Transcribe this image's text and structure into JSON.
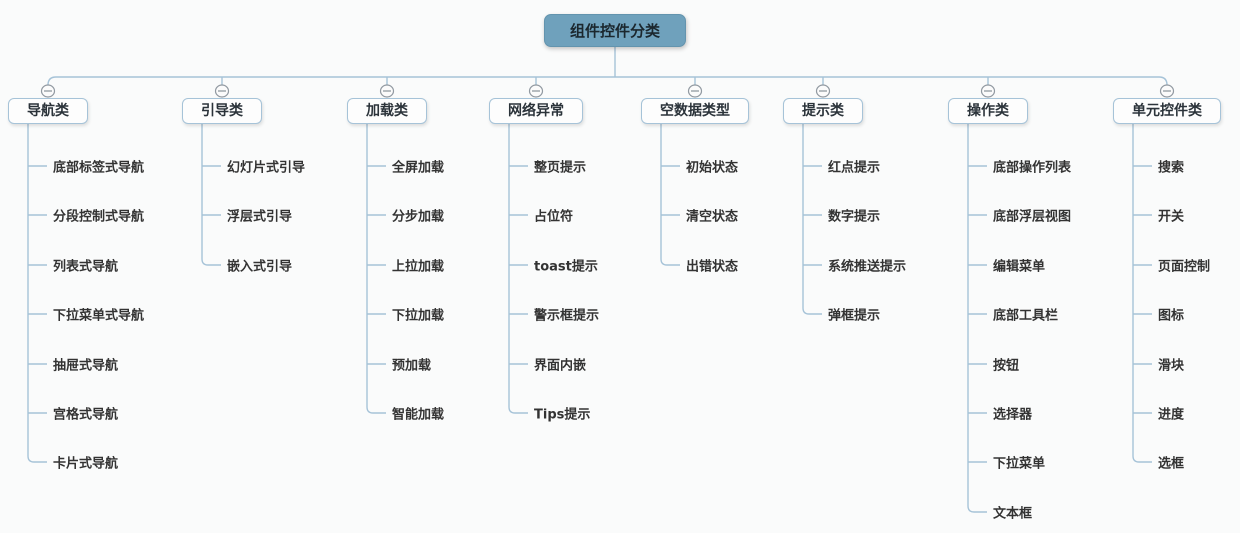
{
  "root": {
    "label": "组件控件分类"
  },
  "collapse_icon": "minus-circle-icon",
  "colors": {
    "canvas_bg": "#fafbfb",
    "root_bg": "#6fa1bc",
    "root_border": "#6394ae",
    "root_text": "#1b272e",
    "node_bg": "#fdfdfd",
    "node_border": "#a6c3d8",
    "line": "#a6c3d8",
    "collapse_icon_stroke": "#9199a1",
    "collapse_icon_fill": "#fbfbfb",
    "leaf_text": "#333333"
  },
  "branches": [
    {
      "label": "导航类",
      "children": [
        "底部标签式导航",
        "分段控制式导航",
        "列表式导航",
        "下拉菜单式导航",
        "抽屉式导航",
        "宫格式导航",
        "卡片式导航"
      ]
    },
    {
      "label": "引导类",
      "children": [
        "幻灯片式引导",
        "浮层式引导",
        "嵌入式引导"
      ]
    },
    {
      "label": "加载类",
      "children": [
        "全屏加载",
        "分步加载",
        "上拉加载",
        "下拉加载",
        "预加载",
        "智能加载"
      ]
    },
    {
      "label": "网络异常",
      "children": [
        "整页提示",
        "占位符",
        "toast提示",
        "警示框提示",
        "界面内嵌",
        "Tips提示"
      ]
    },
    {
      "label": "空数据类型",
      "children": [
        "初始状态",
        "清空状态",
        "出错状态"
      ]
    },
    {
      "label": "提示类",
      "children": [
        "红点提示",
        "数字提示",
        "系统推送提示",
        "弹框提示"
      ]
    },
    {
      "label": "操作类",
      "children": [
        "底部操作列表",
        "底部浮层视图",
        "编辑菜单",
        "底部工具栏",
        "按钮",
        "选择器",
        "下拉菜单",
        "文本框"
      ]
    },
    {
      "label": "单元控件类",
      "children": [
        "搜索",
        "开关",
        "页面控制",
        "图标",
        "滑块",
        "进度",
        "选框"
      ]
    }
  ]
}
